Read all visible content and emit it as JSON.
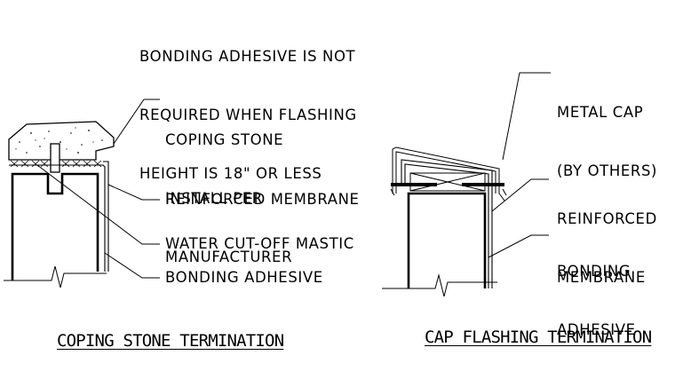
{
  "note": {
    "lines": [
      "BONDING ADHESIVE IS NOT",
      "REQUIRED WHEN FLASHING",
      "HEIGHT IS 18\" OR LESS"
    ]
  },
  "left_detail": {
    "title": "COPING STONE TERMINATION",
    "callouts": {
      "coping_stone": [
        "COPING STONE",
        "INSTALL PER",
        "MANUFACTURER"
      ],
      "reinforced_membrane": "REINFORCED MEMBRANE",
      "water_cutoff_mastic": "WATER CUT-OFF MASTIC",
      "bonding_adhesive": "BONDING ADHESIVE"
    }
  },
  "right_detail": {
    "title": "CAP FLASHING TERMINATION",
    "callouts": {
      "metal_cap": [
        "METAL CAP",
        "(BY OTHERS)"
      ],
      "reinforced_membrane": [
        "REINFORCED",
        "MEMBRANE"
      ],
      "bonding_adhesive": [
        "BONDING",
        "ADHESIVE"
      ]
    }
  }
}
